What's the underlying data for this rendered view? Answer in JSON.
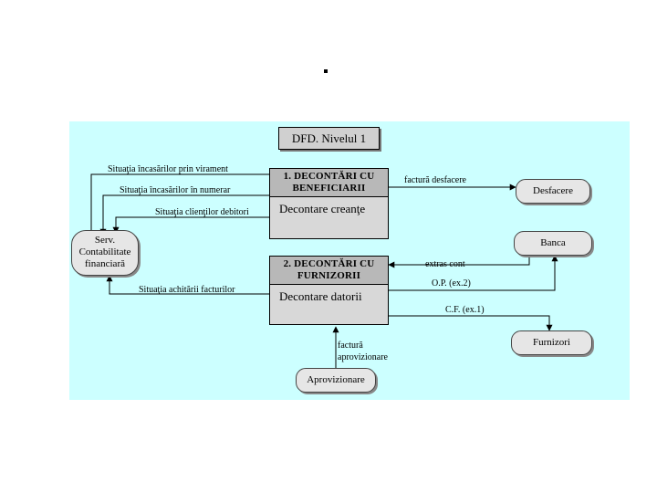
{
  "diagram": {
    "title": "DFD. Nivelul 1",
    "processes": [
      {
        "head_line1": "1. DECONTĂRI CU",
        "head_line2": "BENEFICIARII",
        "body": "Decontare creanţe"
      },
      {
        "head_line1": "2. DECONTĂRI CU",
        "head_line2": "FURNIZORII",
        "body": "Decontare datorii"
      }
    ],
    "entities": {
      "serv_line1": "Serv.",
      "serv_line2": "Contabilitate",
      "serv_line3": "financiară",
      "desfacere": "Desfacere",
      "banca": "Banca",
      "furnizori": "Furnizori",
      "aprovizionare": "Aprovizionare"
    },
    "flows": {
      "incasari_virament": "Situaţia încasărilor prin virament",
      "incasari_numerar": "Situaţia încasărilor în numerar",
      "clienti_debitori": "Situaţia clienţilor debitori",
      "achitare_facturi": "Situaţia achitării facturilor",
      "factura_desfacere": "factură desfacere",
      "extras_cont": "extras cont",
      "op_ex2": "O.P. (ex.2)",
      "cec_ex1": "C.F. (ex.1)",
      "factura_aprov_line1": "factură",
      "factura_aprov_line2": "aprovizionare"
    }
  }
}
